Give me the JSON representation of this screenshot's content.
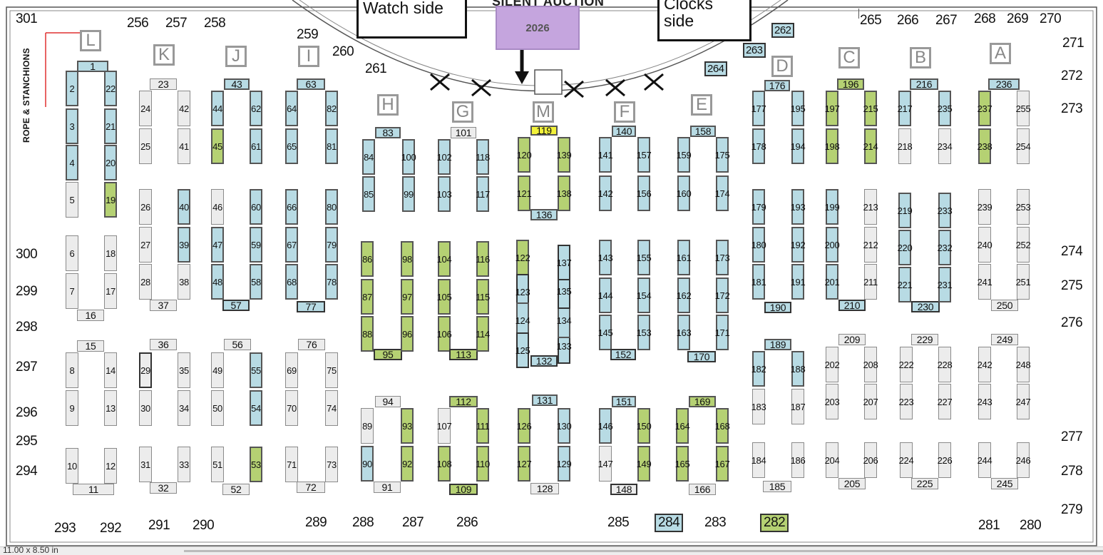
{
  "page": {
    "size_label": "11.00 x 8.50 in"
  },
  "colors": {
    "blue": "#b8dbe4",
    "green": "#b5d173",
    "yellow": "#f2f23a",
    "plain": "#ececec",
    "silent_auction": "#c5a5de",
    "rope": "#e03030"
  },
  "signs": {
    "watch_side": "Watch side",
    "clocks_side": "Clocks side",
    "silent_auction_title": "SILENT AUCTION",
    "silent_auction_table": "2026",
    "rope": "ROPE & STANCHIONS"
  },
  "row_labels": [
    "L",
    "K",
    "J",
    "I",
    "H",
    "G",
    "M",
    "F",
    "E",
    "D",
    "C",
    "B",
    "A"
  ],
  "wall_booths": [
    "301",
    "256",
    "257",
    "258",
    "259",
    "260",
    "261",
    "265",
    "266",
    "267",
    "268",
    "269",
    "270",
    "271",
    "272",
    "273",
    "274",
    "275",
    "276",
    "277",
    "278",
    "279",
    "300",
    "299",
    "298",
    "297",
    "296",
    "295",
    "294",
    "293",
    "292",
    "291",
    "290",
    "289",
    "288",
    "287",
    "286",
    "285",
    "284",
    "283",
    "282",
    "281",
    "280",
    "262",
    "263",
    "264"
  ],
  "tables": [
    {
      "n": "1",
      "c": "blue"
    },
    {
      "n": "2",
      "c": "blue"
    },
    {
      "n": "3",
      "c": "blue"
    },
    {
      "n": "4",
      "c": "blue"
    },
    {
      "n": "5",
      "c": "plain"
    },
    {
      "n": "6",
      "c": "plain"
    },
    {
      "n": "7",
      "c": "plain"
    },
    {
      "n": "8",
      "c": "plain"
    },
    {
      "n": "9",
      "c": "plain"
    },
    {
      "n": "10",
      "c": "plain"
    },
    {
      "n": "11",
      "c": "plain"
    },
    {
      "n": "12",
      "c": "plain"
    },
    {
      "n": "13",
      "c": "plain"
    },
    {
      "n": "14",
      "c": "plain"
    },
    {
      "n": "15",
      "c": "plain"
    },
    {
      "n": "16",
      "c": "plain"
    },
    {
      "n": "17",
      "c": "plain"
    },
    {
      "n": "18",
      "c": "plain"
    },
    {
      "n": "19",
      "c": "green"
    },
    {
      "n": "20",
      "c": "blue"
    },
    {
      "n": "21",
      "c": "blue"
    },
    {
      "n": "22",
      "c": "blue"
    },
    {
      "n": "23",
      "c": "plain"
    },
    {
      "n": "24",
      "c": "plain"
    },
    {
      "n": "25",
      "c": "plain"
    },
    {
      "n": "26",
      "c": "plain"
    },
    {
      "n": "27",
      "c": "plain"
    },
    {
      "n": "28",
      "c": "plain"
    },
    {
      "n": "29",
      "c": "plain"
    },
    {
      "n": "30",
      "c": "plain"
    },
    {
      "n": "31",
      "c": "plain"
    },
    {
      "n": "32",
      "c": "plain"
    },
    {
      "n": "33",
      "c": "plain"
    },
    {
      "n": "34",
      "c": "plain"
    },
    {
      "n": "35",
      "c": "plain"
    },
    {
      "n": "36",
      "c": "plain"
    },
    {
      "n": "37",
      "c": "plain"
    },
    {
      "n": "38",
      "c": "plain"
    },
    {
      "n": "39",
      "c": "blue"
    },
    {
      "n": "40",
      "c": "blue"
    },
    {
      "n": "41",
      "c": "plain"
    },
    {
      "n": "42",
      "c": "plain"
    },
    {
      "n": "43",
      "c": "blue"
    },
    {
      "n": "44",
      "c": "blue"
    },
    {
      "n": "45",
      "c": "green"
    },
    {
      "n": "46",
      "c": "plain"
    },
    {
      "n": "47",
      "c": "blue"
    },
    {
      "n": "48",
      "c": "blue"
    },
    {
      "n": "49",
      "c": "plain"
    },
    {
      "n": "50",
      "c": "plain"
    },
    {
      "n": "51",
      "c": "plain"
    },
    {
      "n": "52",
      "c": "plain"
    },
    {
      "n": "53",
      "c": "green"
    },
    {
      "n": "54",
      "c": "blue"
    },
    {
      "n": "55",
      "c": "blue"
    },
    {
      "n": "56",
      "c": "plain"
    },
    {
      "n": "57",
      "c": "blue"
    },
    {
      "n": "58",
      "c": "blue"
    },
    {
      "n": "59",
      "c": "blue"
    },
    {
      "n": "60",
      "c": "blue"
    },
    {
      "n": "61",
      "c": "blue"
    },
    {
      "n": "62",
      "c": "blue"
    },
    {
      "n": "63",
      "c": "blue"
    },
    {
      "n": "64",
      "c": "blue"
    },
    {
      "n": "65",
      "c": "blue"
    },
    {
      "n": "66",
      "c": "blue"
    },
    {
      "n": "67",
      "c": "blue"
    },
    {
      "n": "68",
      "c": "blue"
    },
    {
      "n": "69",
      "c": "plain"
    },
    {
      "n": "70",
      "c": "plain"
    },
    {
      "n": "71",
      "c": "plain"
    },
    {
      "n": "72",
      "c": "plain"
    },
    {
      "n": "73",
      "c": "plain"
    },
    {
      "n": "74",
      "c": "plain"
    },
    {
      "n": "75",
      "c": "plain"
    },
    {
      "n": "76",
      "c": "plain"
    },
    {
      "n": "77",
      "c": "blue"
    },
    {
      "n": "78",
      "c": "blue"
    },
    {
      "n": "79",
      "c": "blue"
    },
    {
      "n": "80",
      "c": "blue"
    },
    {
      "n": "81",
      "c": "blue"
    },
    {
      "n": "82",
      "c": "blue"
    },
    {
      "n": "83",
      "c": "blue"
    },
    {
      "n": "84",
      "c": "blue"
    },
    {
      "n": "85",
      "c": "blue"
    },
    {
      "n": "86",
      "c": "green"
    },
    {
      "n": "87",
      "c": "green"
    },
    {
      "n": "88",
      "c": "green"
    },
    {
      "n": "89",
      "c": "plain"
    },
    {
      "n": "90",
      "c": "blue"
    },
    {
      "n": "91",
      "c": "plain"
    },
    {
      "n": "92",
      "c": "green"
    },
    {
      "n": "93",
      "c": "green"
    },
    {
      "n": "94",
      "c": "plain"
    },
    {
      "n": "95",
      "c": "green"
    },
    {
      "n": "96",
      "c": "green"
    },
    {
      "n": "97",
      "c": "green"
    },
    {
      "n": "98",
      "c": "green"
    },
    {
      "n": "99",
      "c": "blue"
    },
    {
      "n": "100",
      "c": "blue"
    },
    {
      "n": "101",
      "c": "plain"
    },
    {
      "n": "102",
      "c": "blue"
    },
    {
      "n": "103",
      "c": "blue"
    },
    {
      "n": "104",
      "c": "green"
    },
    {
      "n": "105",
      "c": "green"
    },
    {
      "n": "106",
      "c": "green"
    },
    {
      "n": "107",
      "c": "plain"
    },
    {
      "n": "108",
      "c": "green"
    },
    {
      "n": "109",
      "c": "green"
    },
    {
      "n": "110",
      "c": "green"
    },
    {
      "n": "111",
      "c": "green"
    },
    {
      "n": "112",
      "c": "green"
    },
    {
      "n": "113",
      "c": "green"
    },
    {
      "n": "114",
      "c": "green"
    },
    {
      "n": "115",
      "c": "green"
    },
    {
      "n": "116",
      "c": "green"
    },
    {
      "n": "117",
      "c": "blue"
    },
    {
      "n": "118",
      "c": "blue"
    },
    {
      "n": "119",
      "c": "yellow"
    },
    {
      "n": "120",
      "c": "green"
    },
    {
      "n": "121",
      "c": "green"
    },
    {
      "n": "122",
      "c": "green"
    },
    {
      "n": "123",
      "c": "blue"
    },
    {
      "n": "124",
      "c": "blue"
    },
    {
      "n": "125",
      "c": "blue"
    },
    {
      "n": "126",
      "c": "green"
    },
    {
      "n": "127",
      "c": "green"
    },
    {
      "n": "128",
      "c": "plain"
    },
    {
      "n": "129",
      "c": "blue"
    },
    {
      "n": "130",
      "c": "blue"
    },
    {
      "n": "131",
      "c": "blue"
    },
    {
      "n": "132",
      "c": "blue"
    },
    {
      "n": "133",
      "c": "blue"
    },
    {
      "n": "134",
      "c": "blue"
    },
    {
      "n": "135",
      "c": "blue"
    },
    {
      "n": "136",
      "c": "blue"
    },
    {
      "n": "137",
      "c": "blue"
    },
    {
      "n": "138",
      "c": "green"
    },
    {
      "n": "139",
      "c": "green"
    },
    {
      "n": "140",
      "c": "blue"
    },
    {
      "n": "141",
      "c": "blue"
    },
    {
      "n": "142",
      "c": "blue"
    },
    {
      "n": "143",
      "c": "blue"
    },
    {
      "n": "144",
      "c": "blue"
    },
    {
      "n": "145",
      "c": "blue"
    },
    {
      "n": "146",
      "c": "blue"
    },
    {
      "n": "147",
      "c": "plain"
    },
    {
      "n": "148",
      "c": "plain"
    },
    {
      "n": "149",
      "c": "green"
    },
    {
      "n": "150",
      "c": "green"
    },
    {
      "n": "151",
      "c": "blue"
    },
    {
      "n": "152",
      "c": "blue"
    },
    {
      "n": "153",
      "c": "blue"
    },
    {
      "n": "154",
      "c": "blue"
    },
    {
      "n": "155",
      "c": "blue"
    },
    {
      "n": "156",
      "c": "blue"
    },
    {
      "n": "157",
      "c": "blue"
    },
    {
      "n": "158",
      "c": "blue"
    },
    {
      "n": "159",
      "c": "blue"
    },
    {
      "n": "160",
      "c": "blue"
    },
    {
      "n": "161",
      "c": "blue"
    },
    {
      "n": "162",
      "c": "blue"
    },
    {
      "n": "163",
      "c": "blue"
    },
    {
      "n": "164",
      "c": "green"
    },
    {
      "n": "165",
      "c": "green"
    },
    {
      "n": "166",
      "c": "plain"
    },
    {
      "n": "167",
      "c": "green"
    },
    {
      "n": "168",
      "c": "green"
    },
    {
      "n": "169",
      "c": "green"
    },
    {
      "n": "170",
      "c": "blue"
    },
    {
      "n": "171",
      "c": "blue"
    },
    {
      "n": "172",
      "c": "blue"
    },
    {
      "n": "173",
      "c": "blue"
    },
    {
      "n": "174",
      "c": "blue"
    },
    {
      "n": "175",
      "c": "blue"
    },
    {
      "n": "176",
      "c": "blue"
    },
    {
      "n": "177",
      "c": "blue"
    },
    {
      "n": "178",
      "c": "blue"
    },
    {
      "n": "179",
      "c": "blue"
    },
    {
      "n": "180",
      "c": "blue"
    },
    {
      "n": "181",
      "c": "blue"
    },
    {
      "n": "182",
      "c": "blue"
    },
    {
      "n": "183",
      "c": "plain"
    },
    {
      "n": "184",
      "c": "plain"
    },
    {
      "n": "185",
      "c": "plain"
    },
    {
      "n": "186",
      "c": "plain"
    },
    {
      "n": "187",
      "c": "plain"
    },
    {
      "n": "188",
      "c": "blue"
    },
    {
      "n": "189",
      "c": "blue"
    },
    {
      "n": "190",
      "c": "blue"
    },
    {
      "n": "191",
      "c": "blue"
    },
    {
      "n": "192",
      "c": "blue"
    },
    {
      "n": "193",
      "c": "blue"
    },
    {
      "n": "194",
      "c": "blue"
    },
    {
      "n": "195",
      "c": "blue"
    },
    {
      "n": "196",
      "c": "green"
    },
    {
      "n": "197",
      "c": "green"
    },
    {
      "n": "198",
      "c": "green"
    },
    {
      "n": "199",
      "c": "blue"
    },
    {
      "n": "200",
      "c": "blue"
    },
    {
      "n": "201",
      "c": "blue"
    },
    {
      "n": "202",
      "c": "plain"
    },
    {
      "n": "203",
      "c": "plain"
    },
    {
      "n": "204",
      "c": "plain"
    },
    {
      "n": "205",
      "c": "plain"
    },
    {
      "n": "206",
      "c": "plain"
    },
    {
      "n": "207",
      "c": "plain"
    },
    {
      "n": "208",
      "c": "plain"
    },
    {
      "n": "209",
      "c": "plain"
    },
    {
      "n": "210",
      "c": "blue"
    },
    {
      "n": "211",
      "c": "plain"
    },
    {
      "n": "212",
      "c": "plain"
    },
    {
      "n": "213",
      "c": "plain"
    },
    {
      "n": "214",
      "c": "green"
    },
    {
      "n": "215",
      "c": "green"
    },
    {
      "n": "216",
      "c": "blue"
    },
    {
      "n": "217",
      "c": "blue"
    },
    {
      "n": "218",
      "c": "plain"
    },
    {
      "n": "219",
      "c": "blue"
    },
    {
      "n": "220",
      "c": "blue"
    },
    {
      "n": "221",
      "c": "blue"
    },
    {
      "n": "222",
      "c": "plain"
    },
    {
      "n": "223",
      "c": "plain"
    },
    {
      "n": "224",
      "c": "plain"
    },
    {
      "n": "225",
      "c": "plain"
    },
    {
      "n": "226",
      "c": "plain"
    },
    {
      "n": "227",
      "c": "plain"
    },
    {
      "n": "228",
      "c": "plain"
    },
    {
      "n": "229",
      "c": "plain"
    },
    {
      "n": "230",
      "c": "blue"
    },
    {
      "n": "231",
      "c": "blue"
    },
    {
      "n": "232",
      "c": "blue"
    },
    {
      "n": "233",
      "c": "blue"
    },
    {
      "n": "234",
      "c": "plain"
    },
    {
      "n": "235",
      "c": "blue"
    },
    {
      "n": "236",
      "c": "blue"
    },
    {
      "n": "237",
      "c": "green"
    },
    {
      "n": "238",
      "c": "green"
    },
    {
      "n": "239",
      "c": "plain"
    },
    {
      "n": "240",
      "c": "plain"
    },
    {
      "n": "241",
      "c": "plain"
    },
    {
      "n": "242",
      "c": "plain"
    },
    {
      "n": "243",
      "c": "plain"
    },
    {
      "n": "244",
      "c": "plain"
    },
    {
      "n": "245",
      "c": "plain"
    },
    {
      "n": "246",
      "c": "plain"
    },
    {
      "n": "247",
      "c": "plain"
    },
    {
      "n": "248",
      "c": "plain"
    },
    {
      "n": "249",
      "c": "plain"
    },
    {
      "n": "250",
      "c": "plain"
    },
    {
      "n": "251",
      "c": "plain"
    },
    {
      "n": "252",
      "c": "plain"
    },
    {
      "n": "253",
      "c": "plain"
    },
    {
      "n": "254",
      "c": "plain"
    },
    {
      "n": "255",
      "c": "plain"
    }
  ]
}
